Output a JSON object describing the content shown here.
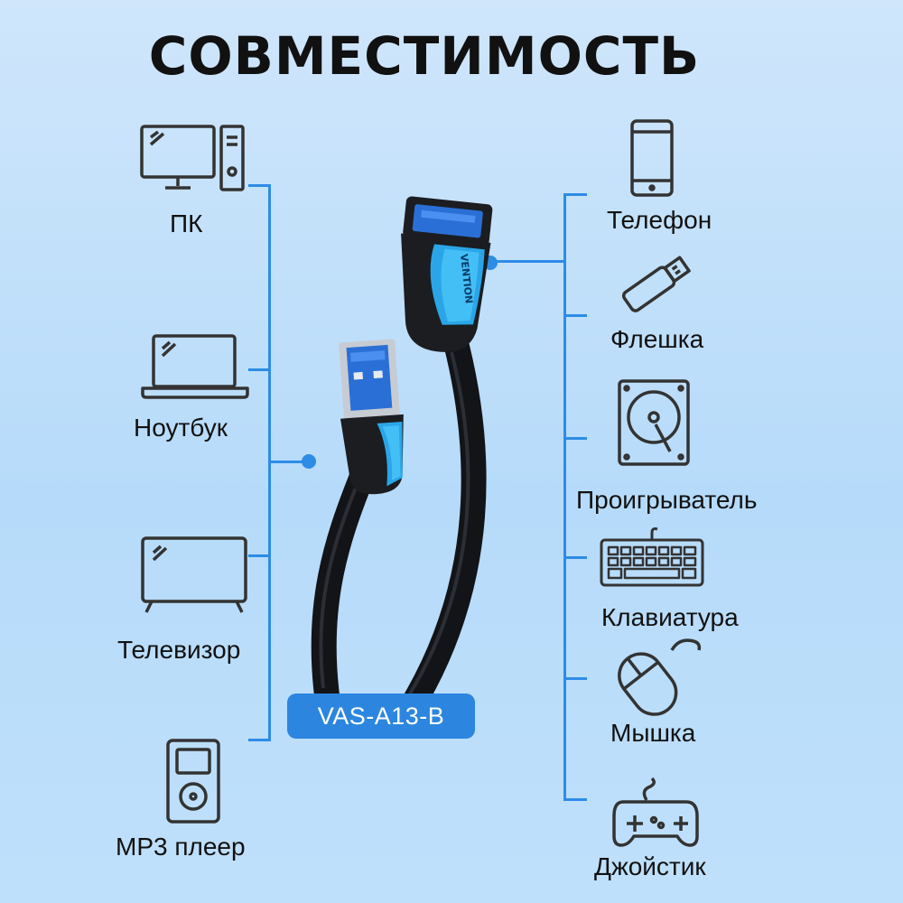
{
  "title": "СОВМЕСТИМОСТЬ",
  "model": "VAS-A13-B",
  "brand_text": "VENTION",
  "accent_color": "#2d8ce6",
  "left_devices": [
    {
      "label": "ПК",
      "icon": "pc-icon"
    },
    {
      "label": "Ноутбук",
      "icon": "laptop-icon"
    },
    {
      "label": "Телевизор",
      "icon": "tv-icon"
    },
    {
      "label": "MP3 плеер",
      "icon": "mp3-player-icon"
    }
  ],
  "right_devices": [
    {
      "label": "Телефон",
      "icon": "phone-icon"
    },
    {
      "label": "Флешка",
      "icon": "usb-flash-icon"
    },
    {
      "label": "Проигрыватель",
      "icon": "hard-drive-icon"
    },
    {
      "label": "Клавиатура",
      "icon": "keyboard-icon"
    },
    {
      "label": "Мышка",
      "icon": "mouse-icon"
    },
    {
      "label": "Джойстик",
      "icon": "gamepad-icon"
    }
  ]
}
